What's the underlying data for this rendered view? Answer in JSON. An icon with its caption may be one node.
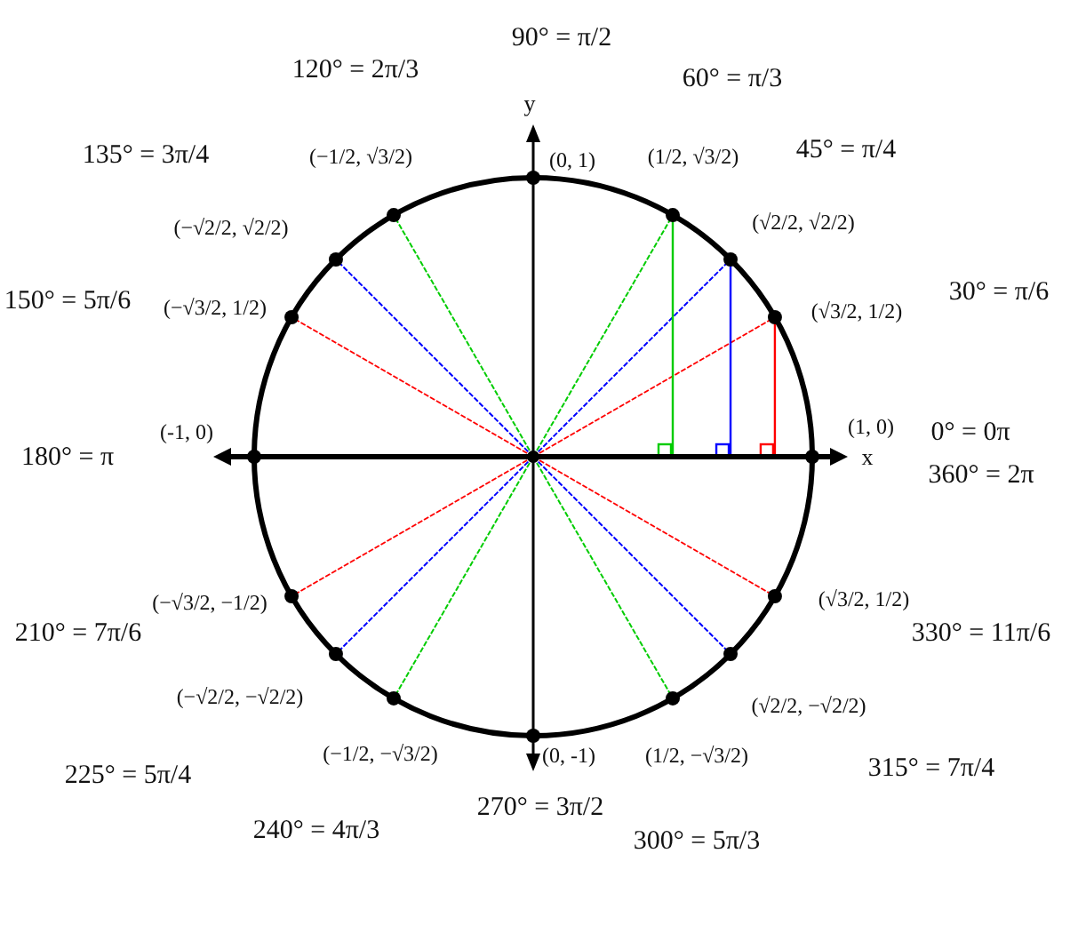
{
  "diagram": {
    "labels": [
      "90° = π/2",
      "y",
      "120° = 2π/3",
      "60° = π/3",
      "(−1/2, √3/2)",
      "(1/2, √3/2)",
      "(0, 1)",
      "135° = 3π/4",
      "45° = π/4",
      "(−√2/2, √2/2)",
      "(√2/2, √2/2)",
      "150° = 5π/6",
      "(−√3/2, 1/2)",
      "(√3/2, 1/2)",
      "30° = π/6",
      "(-1, 0)",
      "180° = π",
      "(1, 0)",
      "x",
      "0° = 0π",
      "360° = 2π",
      "(√3/2, 1/2)",
      "330° = 11π/6",
      "210° = 7π/6",
      "(−√3/2, −1/2)",
      "(−√2/2, −√2/2)",
      "(√2/2, −√2/2)",
      "(−1/2, −√3/2)",
      "(0, -1)",
      "(1/2, −√3/2)",
      "225° = 5π/4",
      "315° = 7π/4",
      "240° = 4π/3",
      "270° = 3π/2",
      "300° = 5π/3"
    ]
  }
}
